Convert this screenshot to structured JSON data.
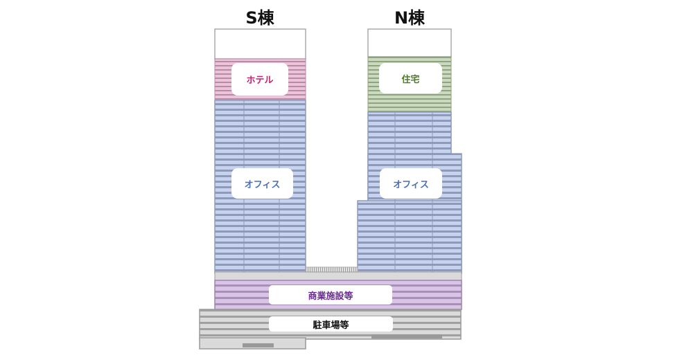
{
  "towers": {
    "south": {
      "title": "S棟",
      "hotel_label": "ホテル",
      "office_label": "オフィス"
    },
    "north": {
      "title": "N棟",
      "residential_label": "住宅",
      "office_label": "オフィス"
    }
  },
  "podium": {
    "commercial_label": "商業施設等",
    "parking_label": "駐車場等"
  },
  "colors": {
    "hotel": "#c6226e",
    "residential": "#4f7a2e",
    "office": "#4a6fb5",
    "commercial": "#6f2a99",
    "parking": "#111111"
  }
}
